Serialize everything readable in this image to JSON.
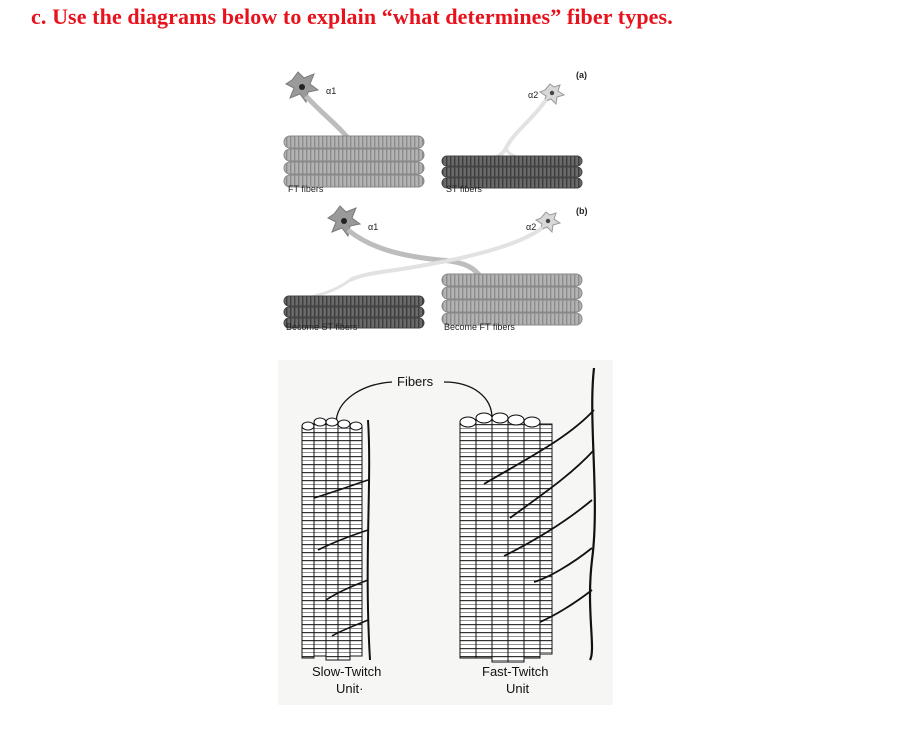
{
  "question": "c.  Use the diagrams below to explain “what determines” fiber types.",
  "colors": {
    "question": "#e8121c",
    "ink": "#1a1a1a",
    "ft_fiber": "#a9a9a9",
    "st_fiber": "#5d5d5d"
  },
  "figure_top": {
    "panel_a": {
      "tag": "(a)",
      "neuron_left_label": "α1",
      "neuron_right_label": "α2",
      "fibers_left_label": "FT fibers",
      "fibers_right_label": "ST fibers"
    },
    "panel_b": {
      "tag": "(b)",
      "neuron_left_label": "α1",
      "neuron_right_label": "α2",
      "fibers_left_label": "Become ST fibers",
      "fibers_right_label": "Become FT fibers"
    }
  },
  "figure_bottom": {
    "fibers_label": "Fibers",
    "slow_unit_label_line1": "Slow-Twitch",
    "slow_unit_label_line2": "Unit·",
    "fast_unit_label_line1": "Fast-Twitch",
    "fast_unit_label_line2": "Unit"
  }
}
